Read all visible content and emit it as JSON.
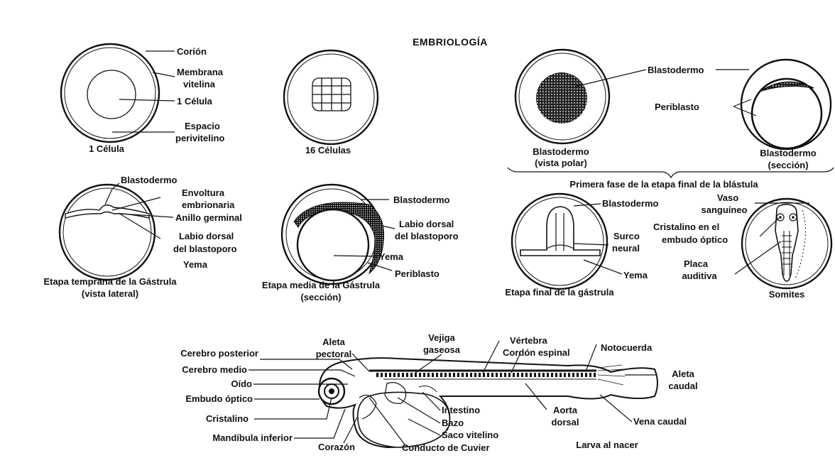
{
  "title": "EMBRIOLOGÍA",
  "fig1": {
    "labels": [
      "Corión",
      "Membrana",
      "vitelina",
      "1 Célula",
      "Espacio",
      "perivitelino"
    ],
    "caption": "1 Célula"
  },
  "fig2": {
    "caption": "16 Células"
  },
  "fig3": {
    "label": "Blastodermo",
    "caption": [
      "Blastodermo",
      "(vista polar)"
    ]
  },
  "fig4": {
    "label": "Periblasto",
    "caption": [
      "Blastodermo",
      "(sección)"
    ]
  },
  "blastula_phase": "Primera fase de la etapa final de la blástula",
  "fig5": {
    "labels": [
      "Blastodermo",
      "Envoltura",
      "embrionaria",
      "Anillo germinal",
      "Labio dorsal",
      "del blastoporo",
      "Yema"
    ],
    "caption": [
      "Etapa temprana de la Gástrula",
      "(vista lateral)"
    ]
  },
  "fig6": {
    "labels": [
      "Blastodermo",
      "Labio dorsal",
      "del blastoporo",
      "Yema",
      "Periblasto"
    ],
    "caption": [
      "Etapa media de la Gástrula",
      "(sección)"
    ]
  },
  "fig7": {
    "labels": [
      "Blastodermo",
      "Surco",
      "neural",
      "Yema"
    ],
    "caption": "Etapa final de la gástrula"
  },
  "fig8": {
    "labels": [
      "Vaso",
      "sanguíneo",
      "Cristalino en el",
      "embudo óptico",
      "Placa",
      "auditiva"
    ],
    "caption": "Somites"
  },
  "larva": {
    "labels_left": [
      "Cerebro posterior",
      "Cerebro medio",
      "Oído",
      "Embudo óptico",
      "Cristalino",
      "Mandíbula inferior"
    ],
    "labels_top": [
      "Aleta",
      "pectoral",
      "Vejiga",
      "gaseosa",
      "Vértebra",
      "Cordón espinal",
      "Notocuerda"
    ],
    "labels_right": [
      "Aleta",
      "caudal",
      "Vena caudal"
    ],
    "labels_bottom": [
      "Corazón",
      "Conducto de Cuvier",
      "Saco vitelino",
      "Bazo",
      "Intestino",
      "Aorta",
      "dorsal"
    ],
    "caption": "Larva al nacer"
  }
}
